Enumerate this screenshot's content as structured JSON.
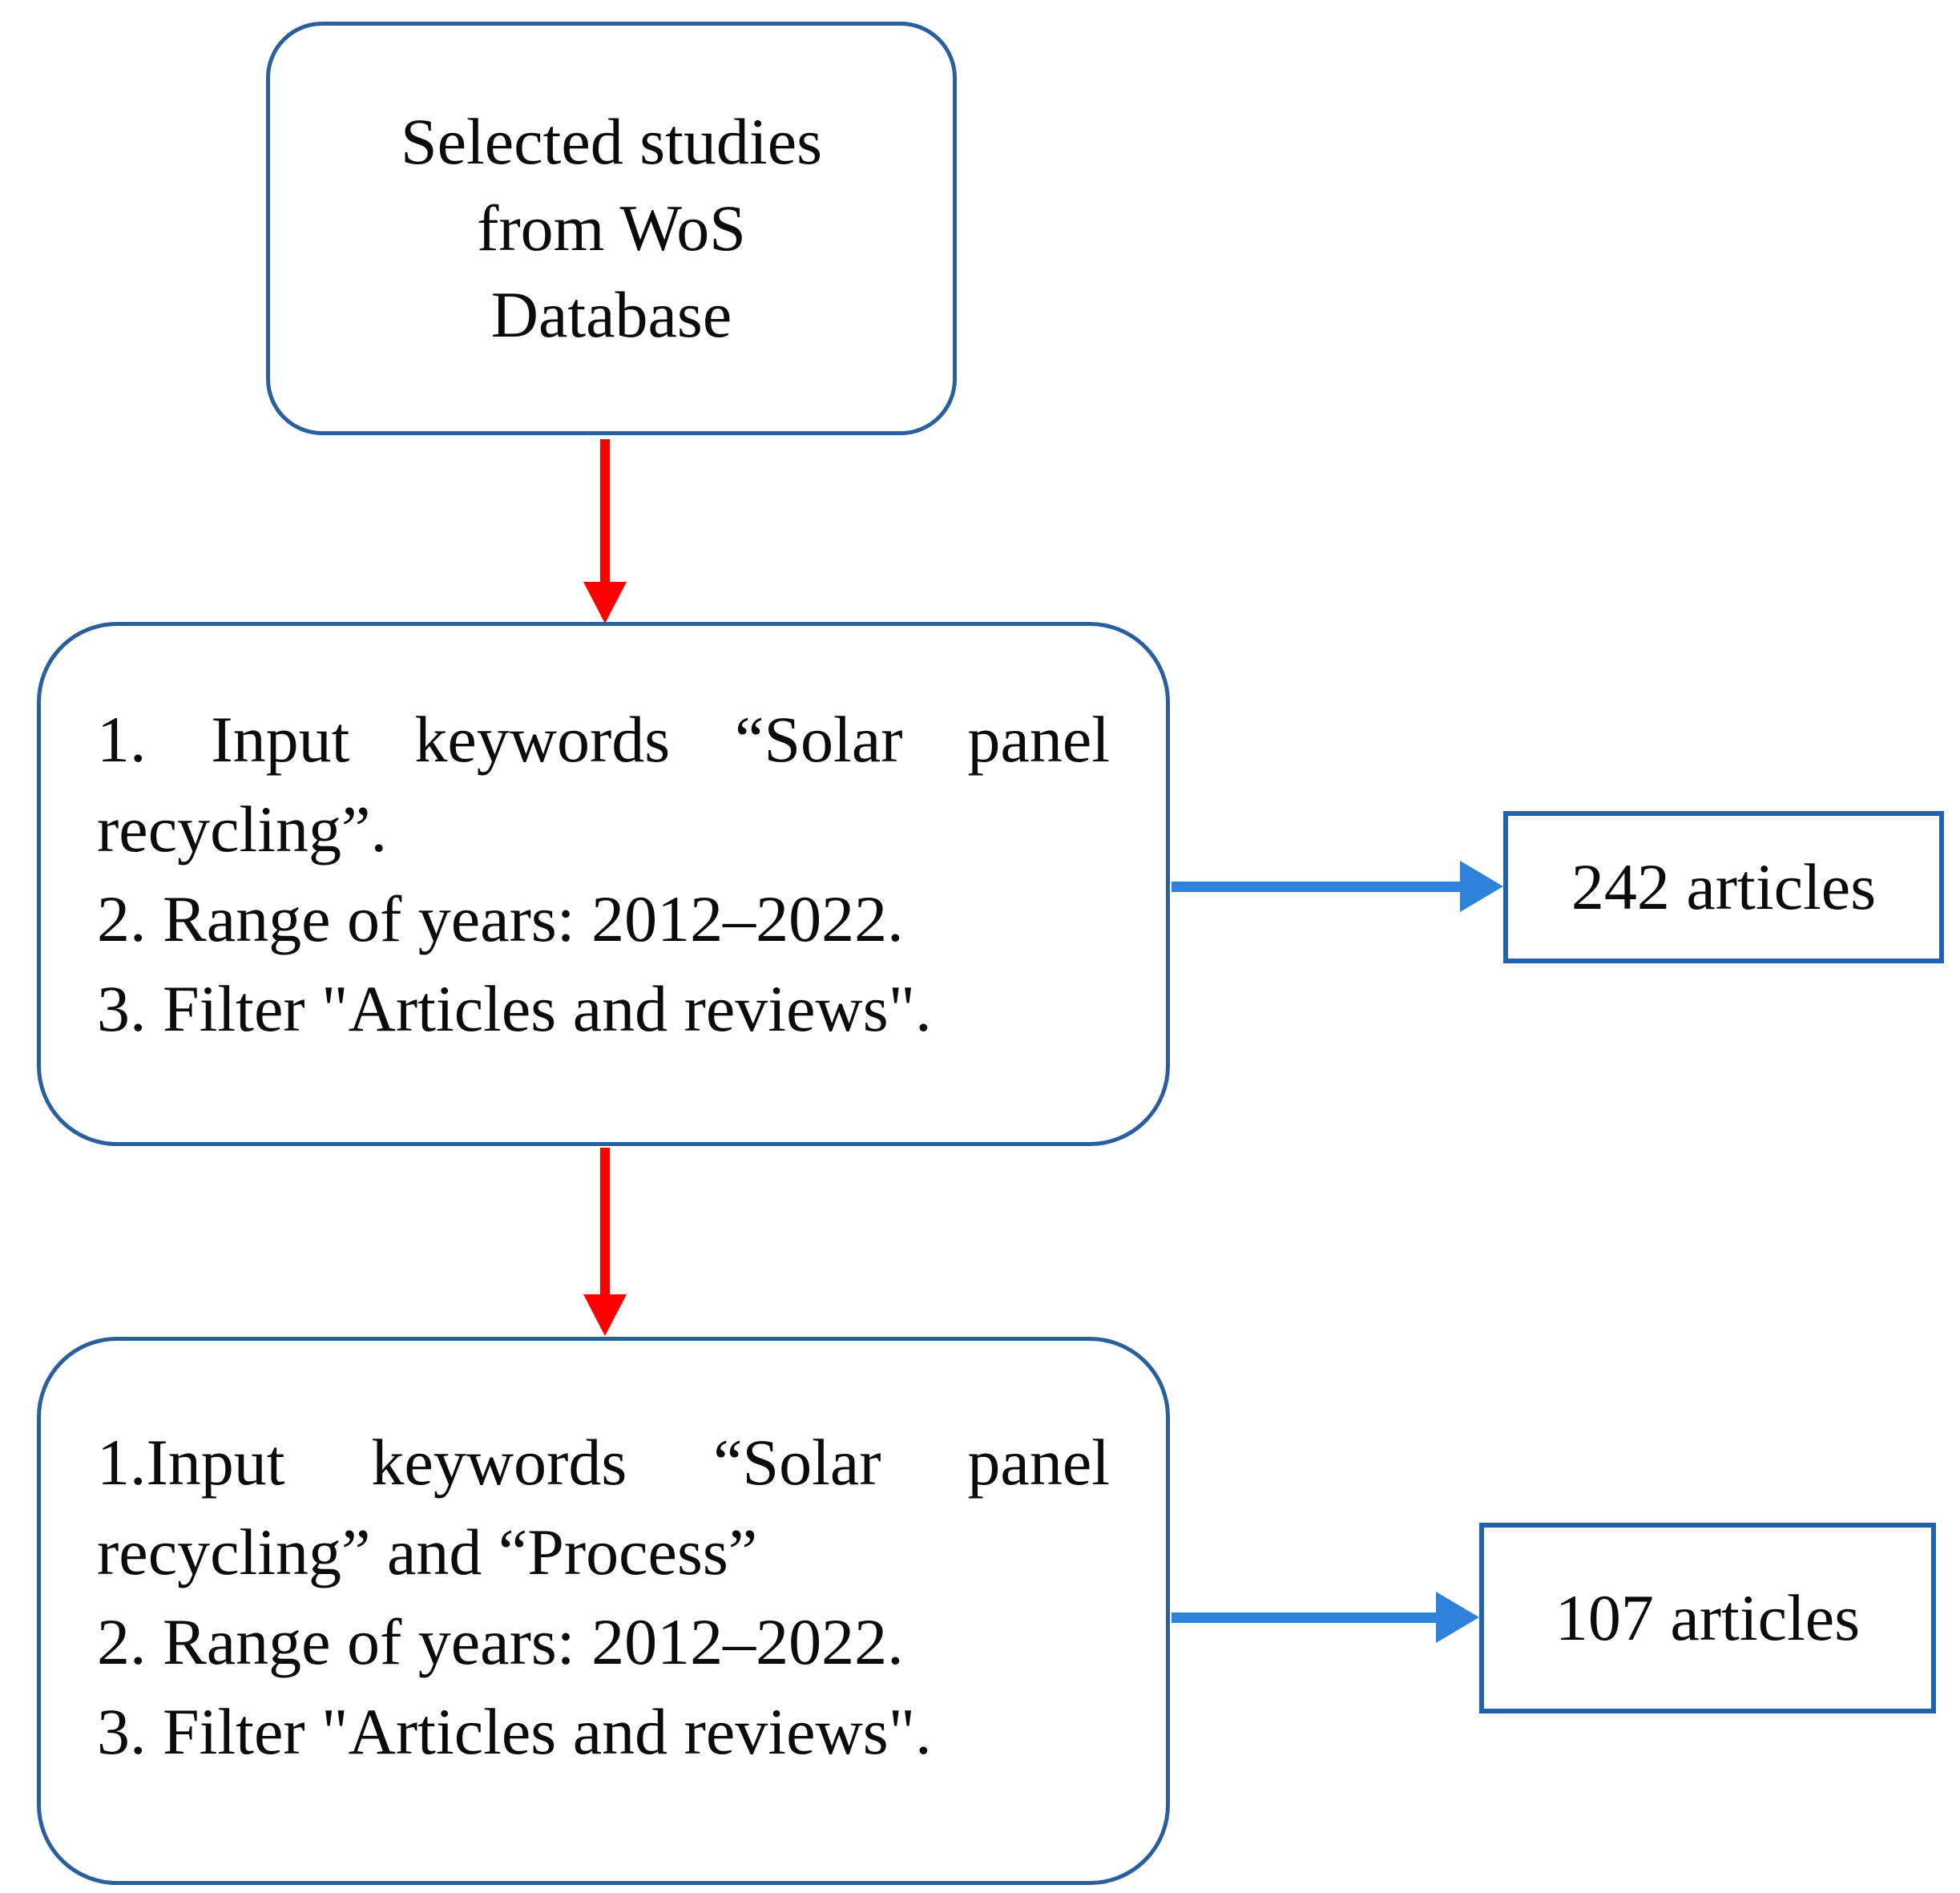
{
  "flowchart": {
    "source_box": {
      "line1": "Selected studies",
      "line2": "from WoS",
      "line3": "Database"
    },
    "filter_box_1": {
      "line1": "1. Input keywords “Solar panel",
      "line2": "recycling”.",
      "line3": "2. Range of years: 2012–2022.",
      "line4": "3. Filter \"Articles and reviews\"."
    },
    "result_box_1": {
      "label": "242 articles"
    },
    "filter_box_2": {
      "line1": "1.Input keywords “Solar panel",
      "line2": "recycling” and “Process”",
      "line3": "2. Range of years: 2012–2022.",
      "line4": "3. Filter \"Articles and reviews\"."
    },
    "result_box_2": {
      "label": "107 articles"
    },
    "colors": {
      "box_border": "#2a5f9e",
      "result_border": "#2062ae",
      "arrow_red": "#ff0000",
      "arrow_blue": "#2e82d9"
    }
  }
}
